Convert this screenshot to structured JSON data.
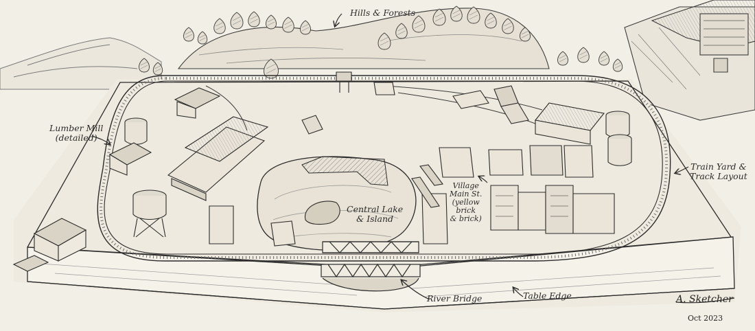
{
  "labels": {
    "hills": "Hills & Forests",
    "lumber_line1": "Lumber Mill",
    "lumber_line2": "(detailed)",
    "yard_line1": "Train Yard &",
    "yard_line2": "Track Layout",
    "village_line1": "Village",
    "village_line2": "Main St.",
    "village_line3": "(yellow",
    "village_line4": "brick",
    "village_line5": "& brick)",
    "lake_line1": "Central Lake",
    "lake_line2": "& Island",
    "bridge": "River Bridge",
    "table_edge": "Table Edge"
  },
  "signature": {
    "name": "A. Sketcher",
    "date": "Oct 2023"
  },
  "colors": {
    "paper": "#f2efe6",
    "ink": "#2b2b2b",
    "wash": "#d9d4c5"
  }
}
